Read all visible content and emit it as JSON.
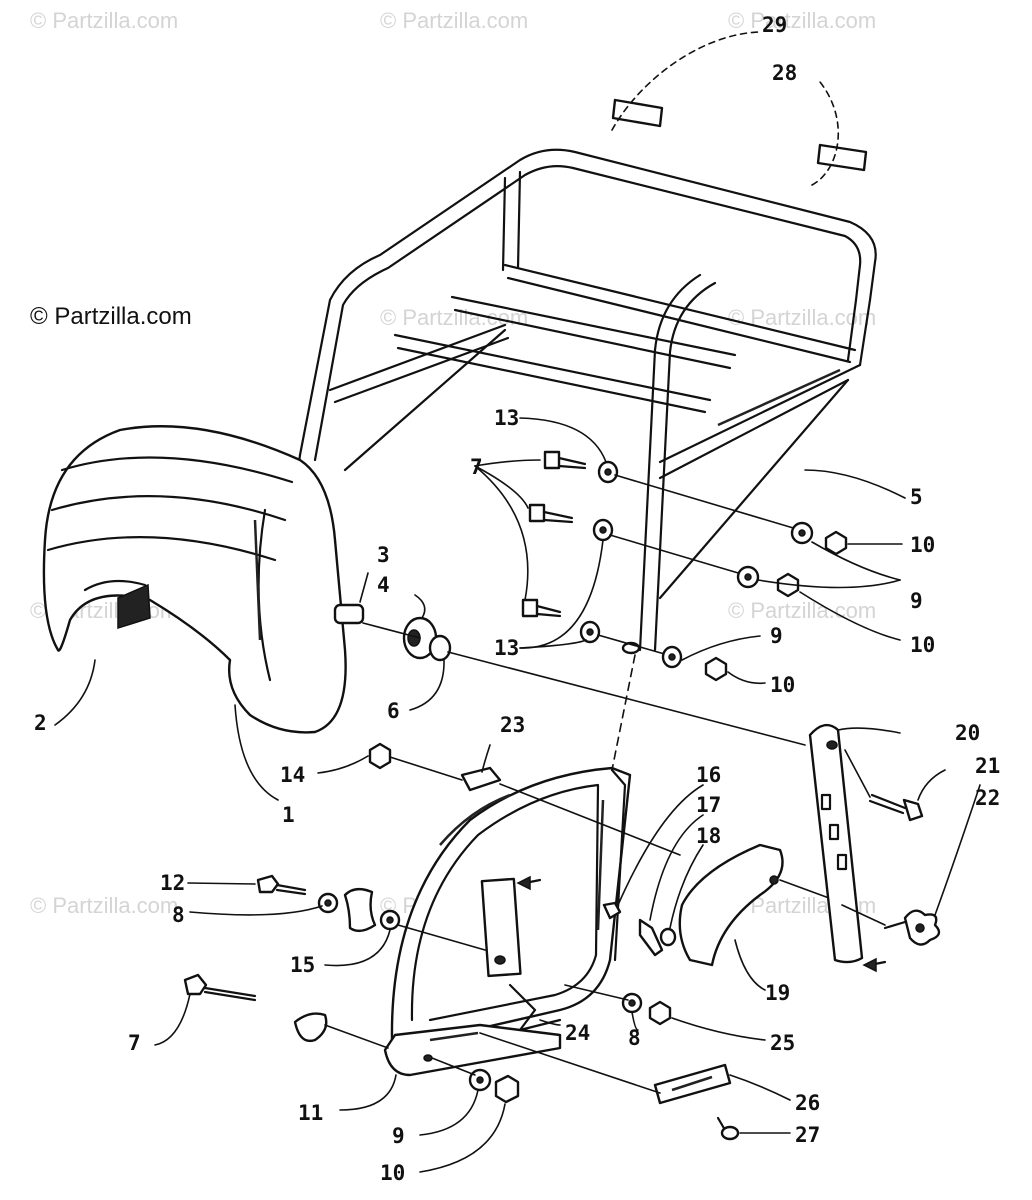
{
  "watermarks": {
    "main": "© Partzilla.com",
    "faint": "© Partzilla.com"
  },
  "callouts": {
    "c1": "1",
    "c2": "2",
    "c3": "3",
    "c4": "4",
    "c5": "5",
    "c6": "6",
    "c7a": "7",
    "c7b": "7",
    "c8a": "8",
    "c8b": "8",
    "c9a": "9",
    "c9b": "9",
    "c9c": "9",
    "c10a": "10",
    "c10b": "10",
    "c10c": "10",
    "c10d": "10",
    "c11": "11",
    "c12": "12",
    "c13a": "13",
    "c13b": "13",
    "c14": "14",
    "c15": "15",
    "c16": "16",
    "c17": "17",
    "c18": "18",
    "c19": "19",
    "c20": "20",
    "c21": "21",
    "c22": "22",
    "c23": "23",
    "c24": "24",
    "c25": "25",
    "c26": "26",
    "c27": "27",
    "c28": "28",
    "c29": "29"
  },
  "colors": {
    "ink": "#111111",
    "watermark": "#d4d4d4",
    "background": "#ffffff"
  }
}
